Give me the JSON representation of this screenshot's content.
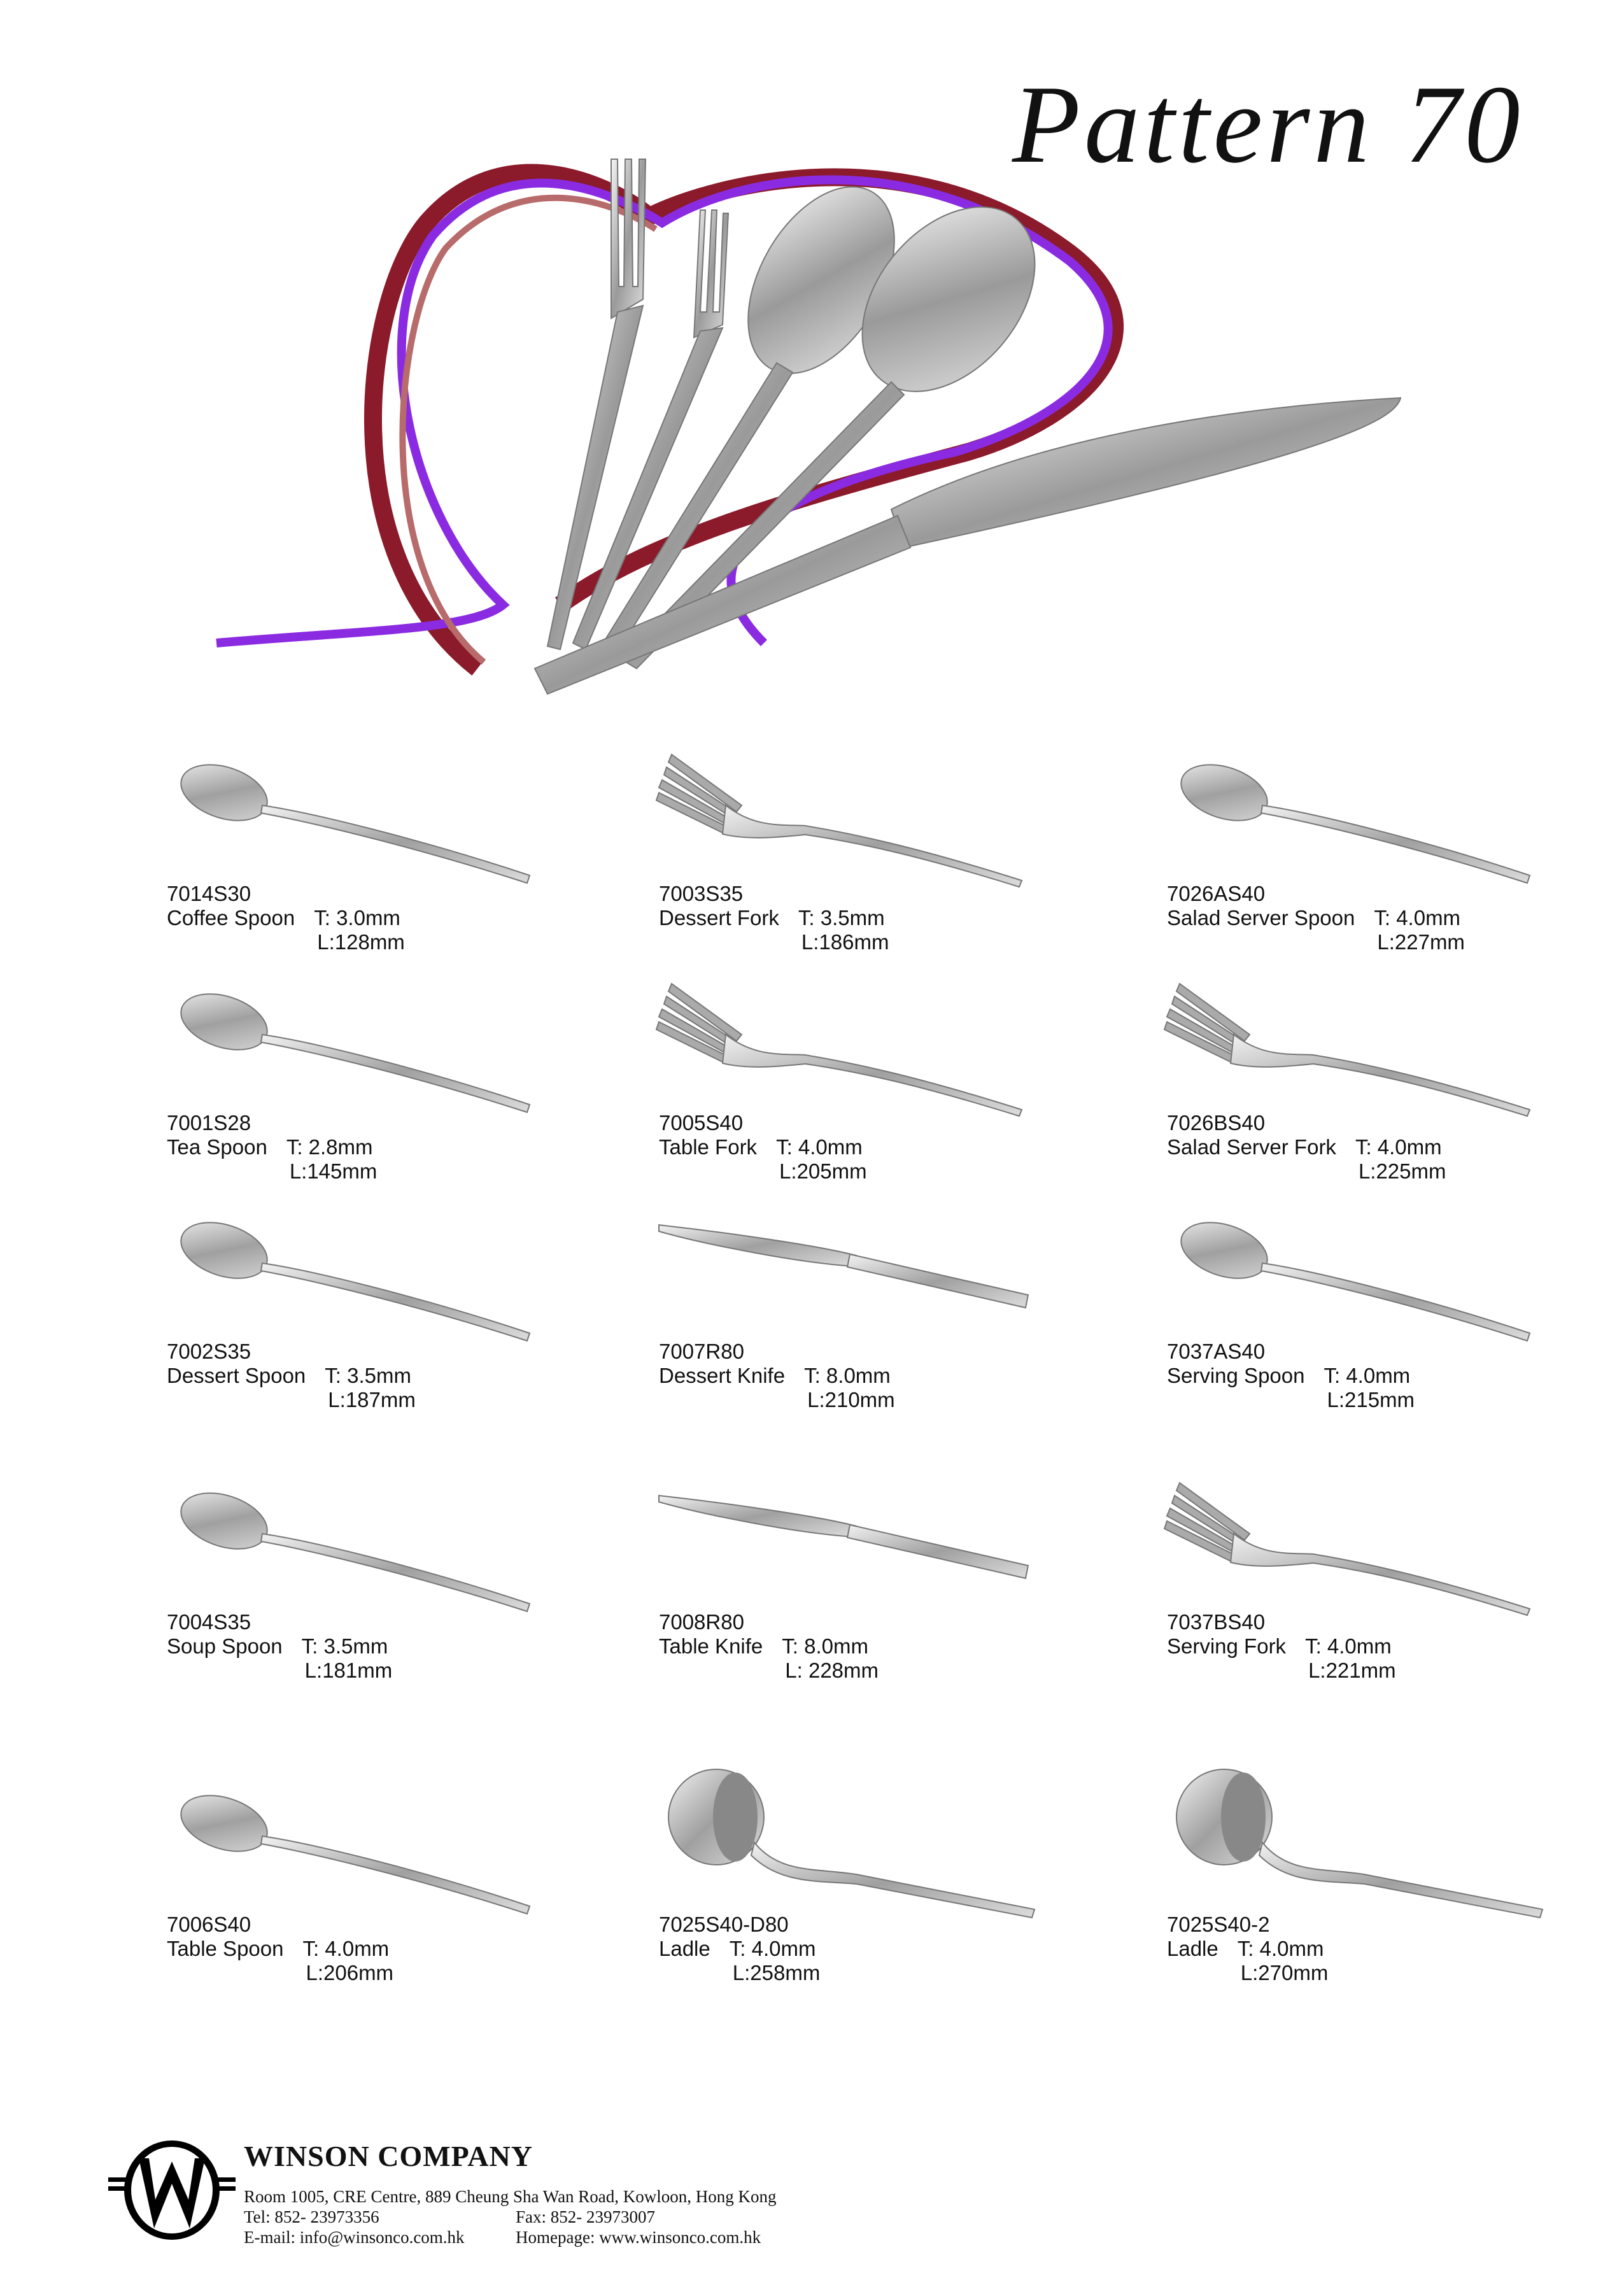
{
  "title": "Pattern 70",
  "products": [
    {
      "code": "7014S30",
      "name": "Coffee Spoon",
      "thickness": "T: 3.0mm",
      "length": "L:128mm",
      "type": "spoon"
    },
    {
      "code": "7003S35",
      "name": "Dessert Fork",
      "thickness": "T: 3.5mm",
      "length": "L:186mm",
      "type": "fork"
    },
    {
      "code": "7026AS40",
      "name": "Salad Server Spoon",
      "thickness": "T: 4.0mm",
      "length": "L:227mm",
      "type": "spoon"
    },
    {
      "code": "7001S28",
      "name": "Tea Spoon",
      "thickness": "T: 2.8mm",
      "length": "L:145mm",
      "type": "spoon"
    },
    {
      "code": "7005S40",
      "name": "Table Fork",
      "thickness": "T: 4.0mm",
      "length": "L:205mm",
      "type": "fork"
    },
    {
      "code": "7026BS40",
      "name": "Salad Server Fork",
      "thickness": "T: 4.0mm",
      "length": "L:225mm",
      "type": "fork"
    },
    {
      "code": "7002S35",
      "name": "Dessert Spoon",
      "thickness": "T: 3.5mm",
      "length": "L:187mm",
      "type": "spoon"
    },
    {
      "code": "7007R80",
      "name": "Dessert Knife",
      "thickness": "T: 8.0mm",
      "length": "L:210mm",
      "type": "knife"
    },
    {
      "code": "7037AS40",
      "name": "Serving Spoon",
      "thickness": "T: 4.0mm",
      "length": "L:215mm",
      "type": "spoon"
    },
    {
      "code": "7004S35",
      "name": "Soup Spoon",
      "thickness": "T: 3.5mm",
      "length": "L:181mm",
      "type": "spoon"
    },
    {
      "code": "7008R80",
      "name": "Table Knife",
      "thickness": "T: 8.0mm",
      "length": "L: 228mm",
      "type": "knife"
    },
    {
      "code": "7037BS40",
      "name": "Serving Fork",
      "thickness": "T: 4.0mm",
      "length": "L:221mm",
      "type": "fork"
    },
    {
      "code": "7006S40",
      "name": "Table Spoon",
      "thickness": "T: 4.0mm",
      "length": "L:206mm",
      "type": "spoon"
    },
    {
      "code": "7025S40-D80",
      "name": "Ladle",
      "thickness": "T: 4.0mm",
      "length": "L:258mm",
      "type": "ladle"
    },
    {
      "code": "7025S40-2",
      "name": "Ladle",
      "thickness": "T: 4.0mm",
      "length": "L:270mm",
      "type": "ladle"
    }
  ],
  "footer": {
    "logo_text": "W",
    "company": "WINSON COMPANY",
    "address": "Room 1005, CRE Centre, 889 Cheung Sha Wan Road, Kowloon, Hong Kong",
    "tel": "Tel: 852- 23973356",
    "fax": "Fax: 852- 23973007",
    "email": "E-mail: info@winsonco.com.hk",
    "homepage": "Homepage: www.winsonco.com.hk"
  }
}
